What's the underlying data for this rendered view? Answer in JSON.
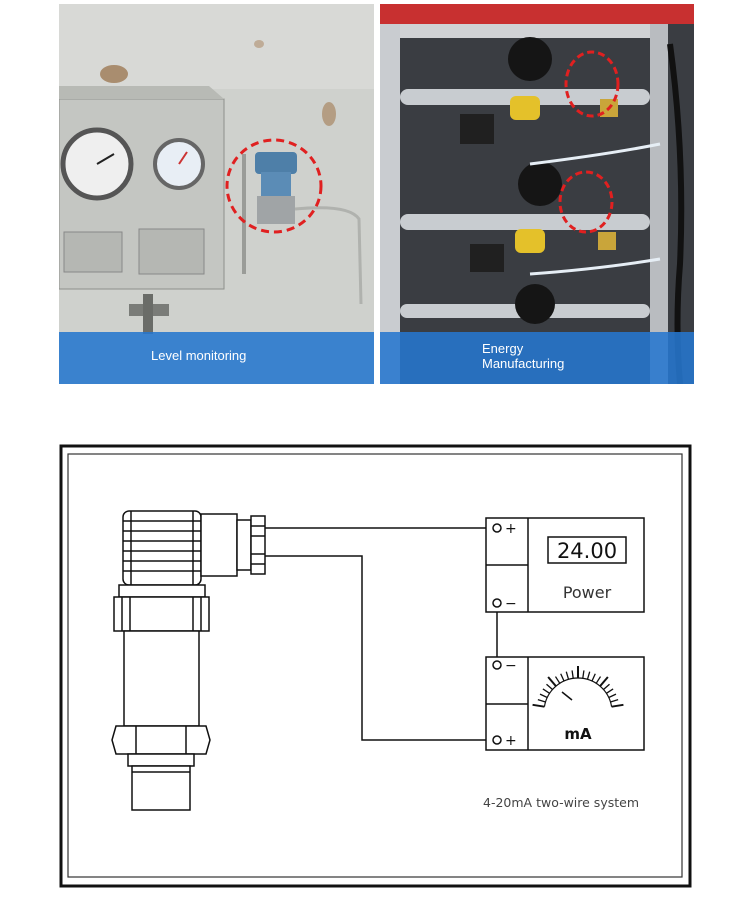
{
  "photos": [
    {
      "caption": "Level monitoring"
    },
    {
      "caption": "Energy\nManufacturing"
    }
  ],
  "diagram": {
    "display_value": "24.00",
    "power_label": "Power",
    "meter_unit": "mA",
    "plus_sign": "+",
    "minus_sign": "−",
    "system_label": "4-20mA two-wire system"
  },
  "colors": {
    "caption_bar": "#2676ce",
    "highlight_circle": "#e02020",
    "line": "#111111"
  }
}
